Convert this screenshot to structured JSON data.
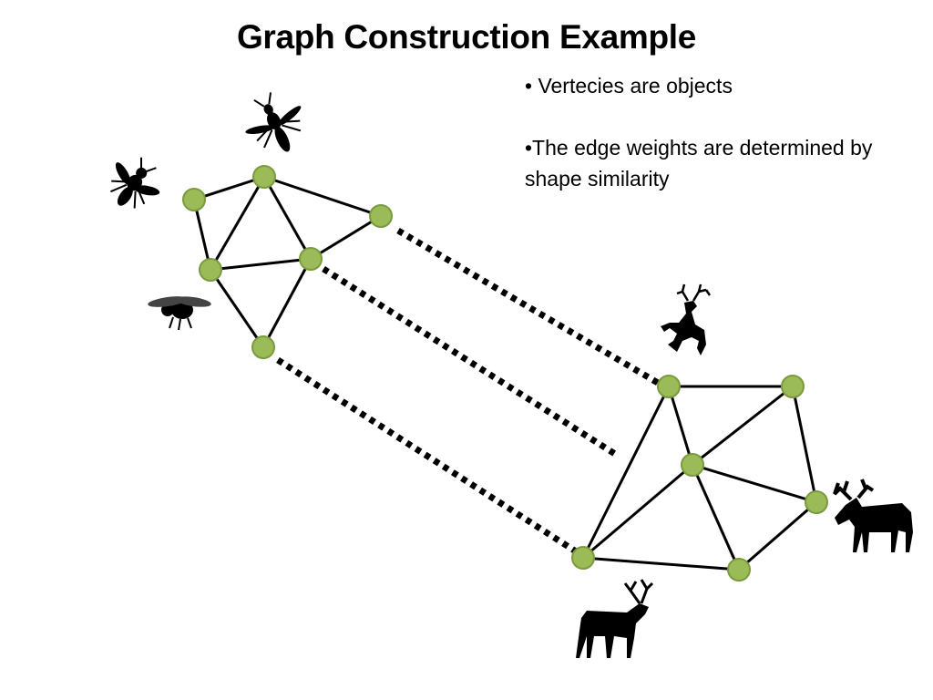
{
  "title": "Graph Construction Example",
  "bullets": [
    "• Vertecies are objects",
    "•The edge weights are determined by shape similarity"
  ],
  "colors": {
    "node_fill": "#9bbb59",
    "node_stroke": "#7a9a3e",
    "edge": "#000000"
  },
  "icons": {
    "graph_a": [
      "wasp-icon",
      "fly-icon",
      "bee-icon"
    ],
    "graph_b": [
      "deer-icon",
      "moose-icon",
      "caribou-icon"
    ]
  }
}
